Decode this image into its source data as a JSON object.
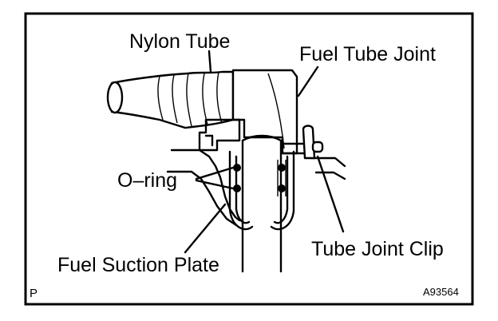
{
  "labels": {
    "nylon_tube": "Nylon Tube",
    "fuel_tube_joint": "Fuel Tube Joint",
    "o_ring": "O–ring",
    "fuel_suction_plate": "Fuel Suction Plate",
    "tube_joint_clip": "Tube Joint Clip"
  },
  "corner": {
    "letter": "P",
    "code": "A93564"
  }
}
